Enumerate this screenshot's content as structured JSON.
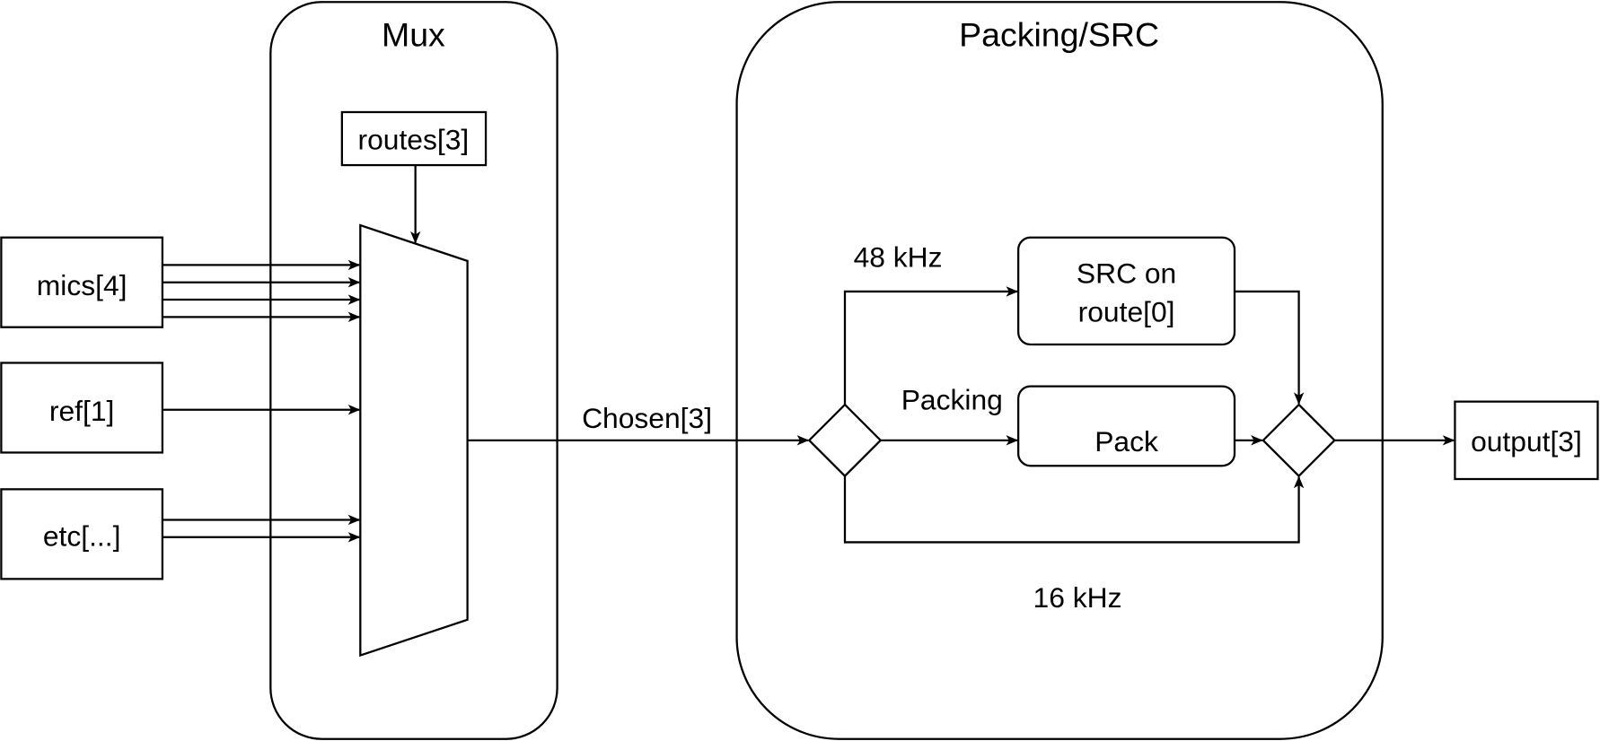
{
  "groups": {
    "mux": "Mux",
    "packing": "Packing/SRC"
  },
  "nodes": {
    "routes": "routes[3]",
    "mics": "mics[4]",
    "ref": "ref[1]",
    "etc": "etc[...]",
    "src_line1": "SRC on",
    "src_line2": "route[0]",
    "pack": "Pack",
    "output": "output[3]"
  },
  "edges": {
    "chosen": "Chosen[3]",
    "khz48": "48 kHz",
    "packing": "Packing",
    "khz16": "16 kHz"
  }
}
